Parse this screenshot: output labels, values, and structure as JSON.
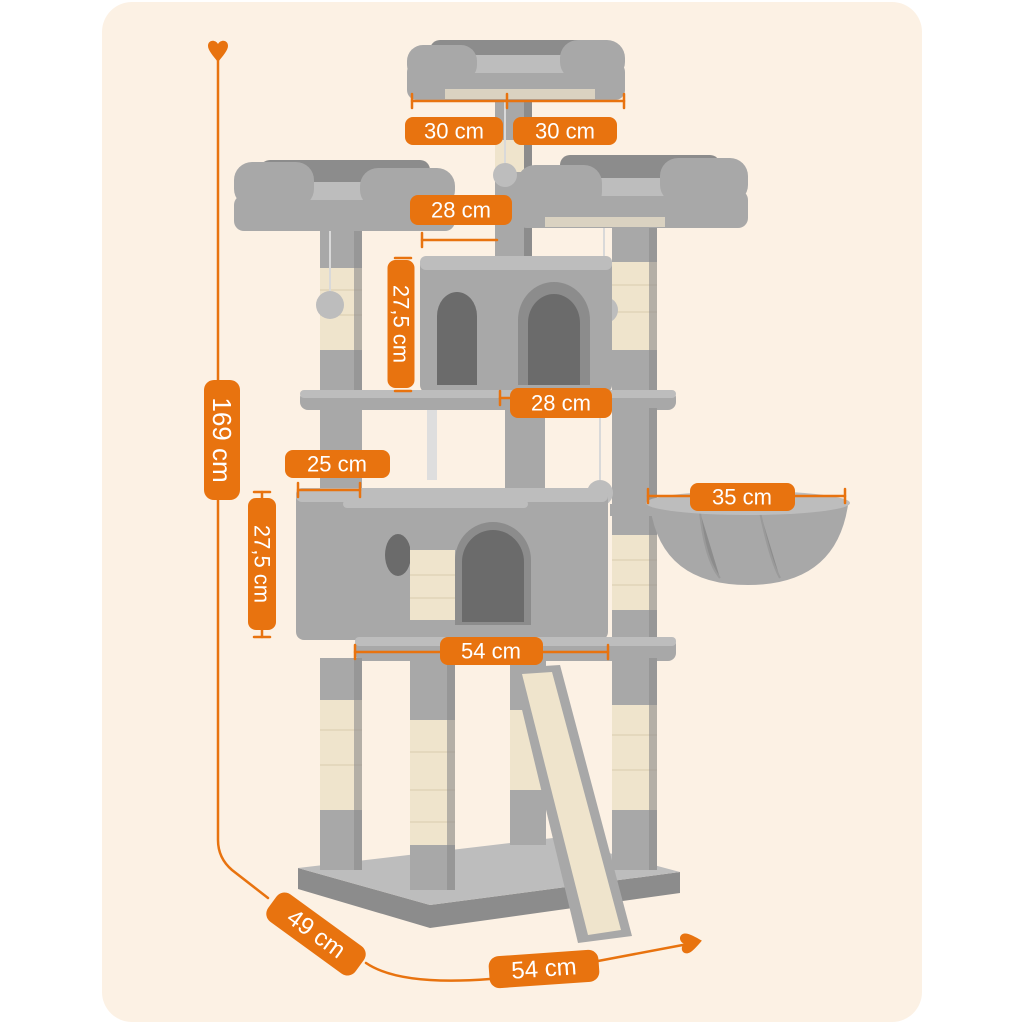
{
  "colors": {
    "background": "#ffffff",
    "panel": "#fcf1e4",
    "accent": "#e8730f",
    "label_text": "#ffffff",
    "fur": "#a8a8a8",
    "fur_light": "#bdbdbd",
    "fur_dark": "#8c8c8c",
    "hole": "#6b6b6b",
    "sisal": "#efe4cc"
  },
  "dimensions": {
    "top_perch_left": "30 cm",
    "top_perch_right": "30 cm",
    "side_perch_width": "28 cm",
    "upper_condo_height": "27,5 cm",
    "middle_platform_width": "28 cm",
    "lower_shelf_width": "25 cm",
    "basket_diameter": "35 cm",
    "lower_condo_height": "27,5 cm",
    "lower_platform_width": "54 cm",
    "total_height": "169 cm",
    "base_depth": "49 cm",
    "base_width": "54 cm"
  }
}
